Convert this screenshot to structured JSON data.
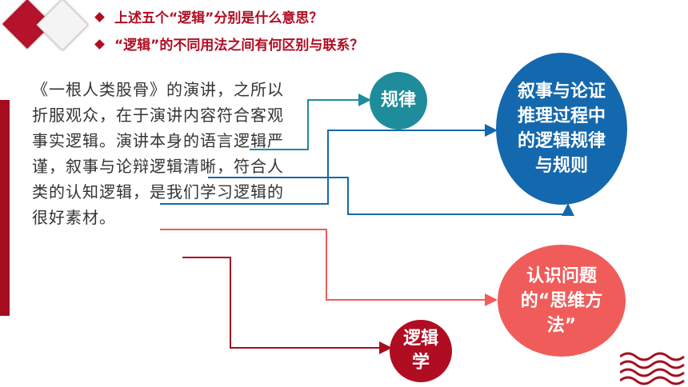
{
  "header": {
    "question_1": "上述五个“逻辑”分别是什么意思？",
    "question_2": "“逻辑”的不同用法之间有何区别与联系？"
  },
  "passage": {
    "text": "《一根人类股骨》的演讲，之所以折服观众，在于演讲内容符合客观事实逻辑。演讲本身的语言逻辑严谨，叙事与论辩逻辑清晰，符合人类的认知逻辑，是我们学习逻辑的很好素材。"
  },
  "nodes": {
    "guilv": "规律",
    "big_blue": "叙事与论证推理过程中的逻辑规律与规则",
    "pink": "认识问题的“思维方法”",
    "luojixue": "逻辑学"
  },
  "colors": {
    "accent_red": "#b00d23",
    "teal": "#1f8c9b",
    "blue": "#1468ad",
    "pink": "#f05c5a",
    "dark_red": "#a50d1f"
  }
}
